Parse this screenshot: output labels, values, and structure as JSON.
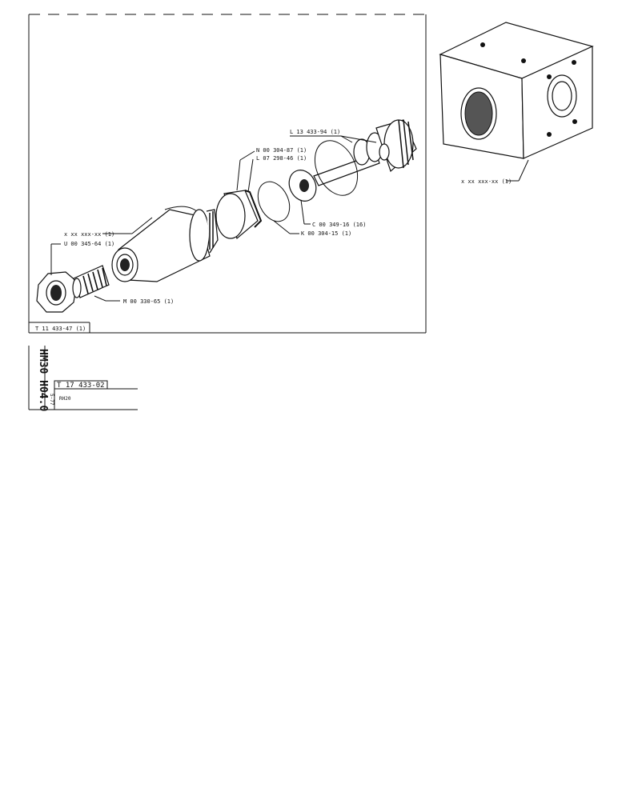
{
  "parts": {
    "assembly_ref": "x xx xxx-xx (1)",
    "nut": "U 00 345-64 (1)",
    "screw": "M 00 330-65 (1)",
    "piston_n": "N 00 304-87 (1)",
    "piston_l": "L 07 298-46 (1)",
    "seal_c": "C 00 349-16 (16)",
    "oring_k": "K 00 304-15 (1)",
    "valve_l": "L 13 433-94 (1)",
    "block_ref": "x xx xxx-xx (1)"
  },
  "frame_ref": "T 11 433-47 (1)",
  "title_block": {
    "side_code": "HM30 H04.0",
    "drawing_no": "T 17 433-02",
    "date": "5-77",
    "name": "RH20"
  }
}
